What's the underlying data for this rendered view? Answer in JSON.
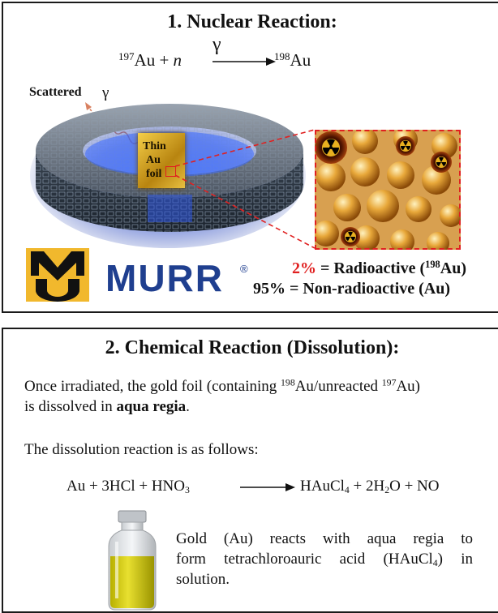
{
  "panel1": {
    "title": "1. Nuclear Reaction:",
    "reaction": {
      "reactant_mass": "197",
      "reactant_symbol": "Au",
      "plus": "+",
      "neutron": "n",
      "arrow_label": "γ",
      "product_mass": "198",
      "product_symbol": "Au"
    },
    "scattered_label": "Scattered",
    "scattered_gamma": "γ",
    "foil_label_1": "Thin",
    "foil_label_2": "Au",
    "foil_label_3": "foil",
    "logo_mu": "MU",
    "logo_murr": "MURR",
    "logo_registered": "®",
    "radioactive_pct": "2%",
    "radioactive_text": "= Radioactive (",
    "radioactive_mass": "198",
    "radioactive_symbol": "Au)",
    "nonradioactive_pct": "95%",
    "nonradioactive_text": "= Non-radioactive (Au)",
    "colors": {
      "red": "#e02020",
      "gold": "#e0a818",
      "mu_black": "#111111",
      "murr_blue": "#1f3f8f"
    }
  },
  "panel2": {
    "title": "2. Chemical Reaction (Dissolution):",
    "para1": {
      "pre": "Once irradiated, the gold foil (containing ",
      "m1": "198",
      "mid": "Au/unreacted ",
      "m2": "197",
      "post": "Au)",
      "line2_pre": "is dissolved in ",
      "line2_bold": "aqua regia",
      "line2_post": "."
    },
    "para2": "The dissolution reaction is as follows:",
    "equation": {
      "lhs_pre": "Au + 3HCl + HNO",
      "lhs_sub": "3",
      "rhs_1": "HAuCl",
      "rhs_sub1": "4",
      "rhs_2": " + 2H",
      "rhs_sub2": "2",
      "rhs_3": "O + NO"
    },
    "vial_text": {
      "l1": "Gold (Au) reacts with aqua regia to",
      "l2_pre": "form tetrachloroauric acid (HAuCl",
      "l2_sub": "4",
      "l2_post": ") in",
      "l3": "solution."
    }
  }
}
